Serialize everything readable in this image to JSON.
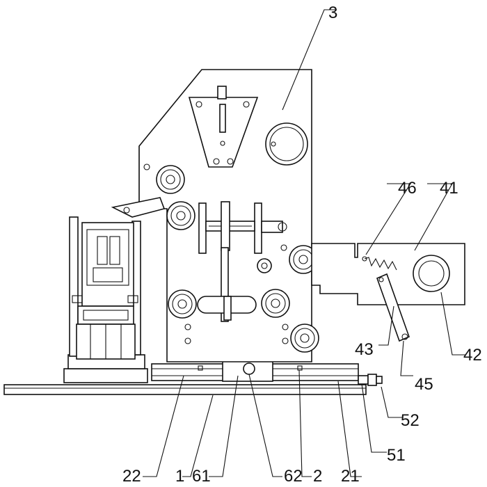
{
  "labels": {
    "l3": "3",
    "l46": "46",
    "l41": "41",
    "l43": "43",
    "l42": "42",
    "l45": "45",
    "l52": "52",
    "l51": "51",
    "l22": "22",
    "l1": "1",
    "l61": "61",
    "l62": "62",
    "l2": "2",
    "l21": "21"
  }
}
